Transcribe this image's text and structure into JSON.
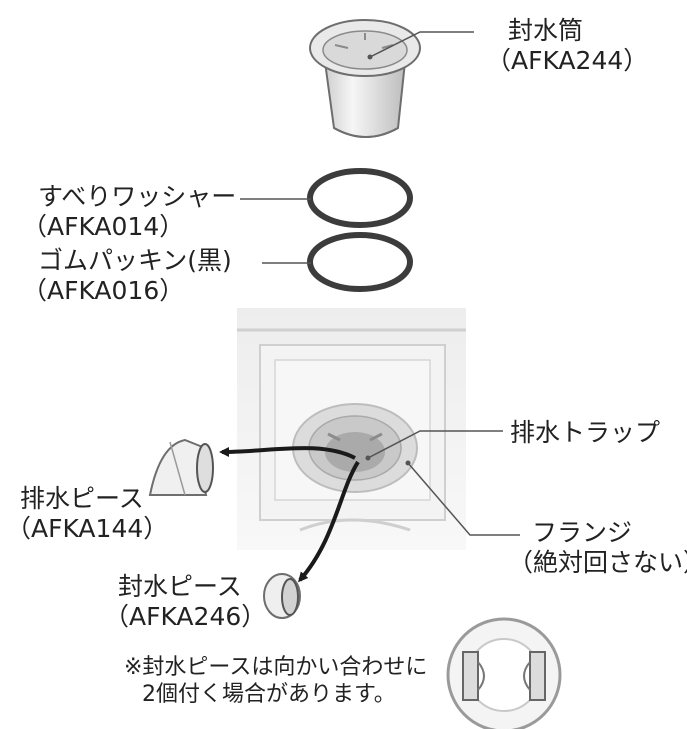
{
  "parts": [
    {
      "name": "封水筒",
      "code": "（AFKA244）"
    },
    {
      "name": "すべりワッシャー",
      "code": "（AFKA014）"
    },
    {
      "name": "ゴムパッキン(黒)",
      "code": "（AFKA016）"
    },
    {
      "name": "排水トラップ",
      "code": ""
    },
    {
      "name": "排水ピース",
      "code": "（AFKA144）"
    },
    {
      "name": "フランジ",
      "code": "（絶対回さない）"
    },
    {
      "name": "封水ピース",
      "code": "（AFKA246）"
    }
  ],
  "note": {
    "line1": "※封水ピースは向かい合わせに",
    "line2": "2個付く場合があります。"
  },
  "colors": {
    "line": "#555555",
    "ring": "#3c3c3c",
    "arrow": "#1a1a1a",
    "floor": "#e6e6e6",
    "part_fill": "#f0f0f0",
    "part_stroke": "#6e6e6e"
  }
}
